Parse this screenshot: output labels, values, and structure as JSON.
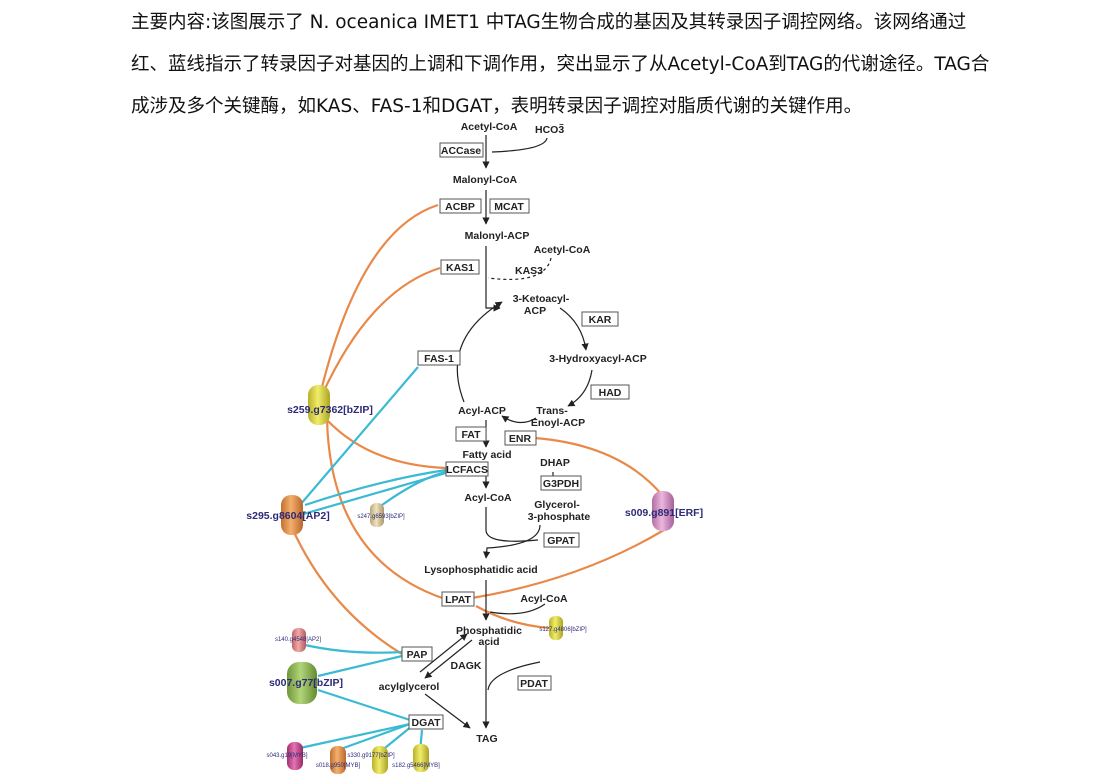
{
  "paragraph": "主要内容:该图展示了 N. oceanica IMET1 中TAG生物合成的基因及其转录因子调控网络。该网络通过红、蓝线指示了转录因子对基因的上调和下调作用，突出显示了从Acetyl-CoA到TAG的代谢途径。TAG合成涉及多个关键酶，如KAS、FAS-1和DGAT，表明转录因子调控对脂质代谢的关键作用。",
  "metabolites": {
    "acetyl_coa": "Acetyl-CoA",
    "hco3": "HCO3",
    "hco3_charge": "−",
    "malonyl_coa": "Malonyl-CoA",
    "malonyl_acp": "Malonyl-ACP",
    "acetyl_coa_2": "Acetyl-CoA",
    "ketoacyl_1": "3-Ketoacyl-",
    "ketoacyl_2": "ACP",
    "hydroxyacyl": "3-Hydroxyacyl-ACP",
    "enoyl_1": "Trans-",
    "enoyl_2": "Enoyl-ACP",
    "acyl_acp": "Acyl-ACP",
    "fatty_acid": "Fatty acid",
    "dhap": "DHAP",
    "acyl_coa": "Acyl-CoA",
    "glycerol_1": "Glycerol-",
    "glycerol_2": "3-phosphate",
    "lyso": "Lysophosphatidic acid",
    "acyl_coa_2": "Acyl-CoA",
    "phosphatidic_1": "Phosphatidic",
    "phosphatidic_2": "acid",
    "dagk": "DAGK",
    "acylglycerol": "acylglycerol",
    "tag": "TAG"
  },
  "enzymes": {
    "accase": "ACCase",
    "acbp": "ACBP",
    "mcat": "MCAT",
    "kas1": "KAS1",
    "kas3": "KAS3",
    "kar": "KAR",
    "fas1": "FAS-1",
    "had": "HAD",
    "fat": "FAT",
    "enr": "ENR",
    "lcfacs": "LCFACS",
    "g3pdh": "G3PDH",
    "gpat": "GPAT",
    "lpat": "LPAT",
    "pap": "PAP",
    "pdat": "PDAT",
    "dgat": "DGAT"
  },
  "tfs": {
    "bzip_7362": "s259.g7362[bZIP]",
    "ap2_8604": "s295.g8604[AP2]",
    "bzip_6593": "s247.g6593[bZIP]",
    "erf_891": "s009.g891[ERF]",
    "ap2_4548": "s140.g4548[AP2]",
    "bzip_4806": "s127.g4806[bZIP]",
    "bzip_77": "s007.g77[bZIP]",
    "myb_19": "s043.g19[MYB]",
    "myb_950": "s018.g950[MYB]",
    "bzip_9177": "s330.g9177[bZIP]",
    "myb_5466": "s182.g5466[MYB]"
  },
  "colors": {
    "upregulation": "#e8894a",
    "downregulation": "#3bbad3",
    "tf_yellow": "#dcd53c",
    "tf_orange": "#e89a4b",
    "tf_beige": "#d9c9a0",
    "tf_pink": "#d894c4",
    "tf_rose": "#e28586",
    "tf_green": "#8db552",
    "tf_magenta": "#c9478f",
    "tf_orange2": "#e6844b"
  }
}
